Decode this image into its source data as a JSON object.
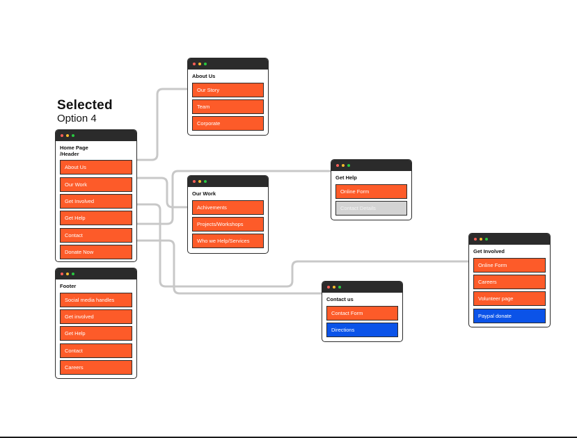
{
  "heading": {
    "title": "Selected",
    "subtitle": "Option 4"
  },
  "windows": {
    "home": {
      "title": "Home Page\n/Header",
      "items": [
        {
          "label": "About Us"
        },
        {
          "label": "Our Work"
        },
        {
          "label": "Get Involved"
        },
        {
          "label": "Get Help"
        },
        {
          "label": "Contact"
        },
        {
          "label": "Donate Now"
        }
      ]
    },
    "footer": {
      "title": "Footer",
      "items": [
        {
          "label": "Social media handles"
        },
        {
          "label": "Get involved"
        },
        {
          "label": "Get Help"
        },
        {
          "label": "Contact"
        },
        {
          "label": "Careers"
        }
      ]
    },
    "about": {
      "title": "About Us",
      "items": [
        {
          "label": "Our Story"
        },
        {
          "label": "Team"
        },
        {
          "label": "Corporate"
        }
      ]
    },
    "work": {
      "title": "Our Work",
      "items": [
        {
          "label": "Achivements"
        },
        {
          "label": "Projects/Workshops"
        },
        {
          "label": "Who we Help/Services"
        }
      ]
    },
    "help": {
      "title": "Get Help",
      "items": [
        {
          "label": "Online Form"
        },
        {
          "label": "Contact Details",
          "state": "disabled"
        }
      ]
    },
    "contact": {
      "title": "Contact us",
      "items": [
        {
          "label": "Contact Form"
        },
        {
          "label": "Directions",
          "style": "blue"
        }
      ]
    },
    "involved": {
      "title": "Get Involved",
      "items": [
        {
          "label": "Online Form"
        },
        {
          "label": "Careers"
        },
        {
          "label": "Volunteer page"
        },
        {
          "label": "Paypal donate",
          "style": "blue"
        }
      ]
    }
  },
  "colors": {
    "item_fill": "#fd5b29",
    "item_disabled": "#d3d3d3",
    "item_blue": "#0b53e8",
    "titlebar": "#2b2b2b",
    "connector": "#c8c8c8"
  }
}
